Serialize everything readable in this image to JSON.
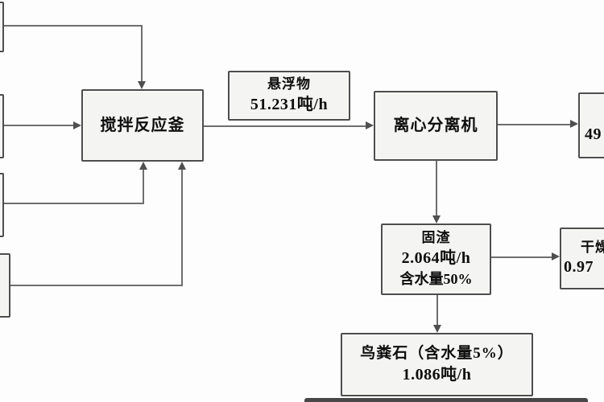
{
  "diagram": {
    "type": "process-flowchart",
    "language": "zh-CN",
    "colors": {
      "background": "#fdfdfd",
      "node_fill": "#f4f4f3",
      "node_border": "#4d4d4d",
      "connector": "#6e6e6e",
      "text": "#0e0e0e"
    },
    "nodes": {
      "reactor": {
        "label": "搅拌反应釜"
      },
      "suspended_solids": {
        "title": "悬浮物",
        "rate": "51.231吨/h"
      },
      "centrifuge": {
        "label": "离心分离机"
      },
      "separator_liquid_out": {
        "line1": "",
        "line2_partial": "49"
      },
      "solid_residue": {
        "title": "固渣",
        "rate": "2.064吨/h",
        "moisture": "含水量50%"
      },
      "dryer": {
        "title_partial": "干燥",
        "rate_partial": "0.97"
      },
      "struvite": {
        "title": "鸟粪石（含水量5%）",
        "rate": "1.086吨/h"
      }
    }
  }
}
